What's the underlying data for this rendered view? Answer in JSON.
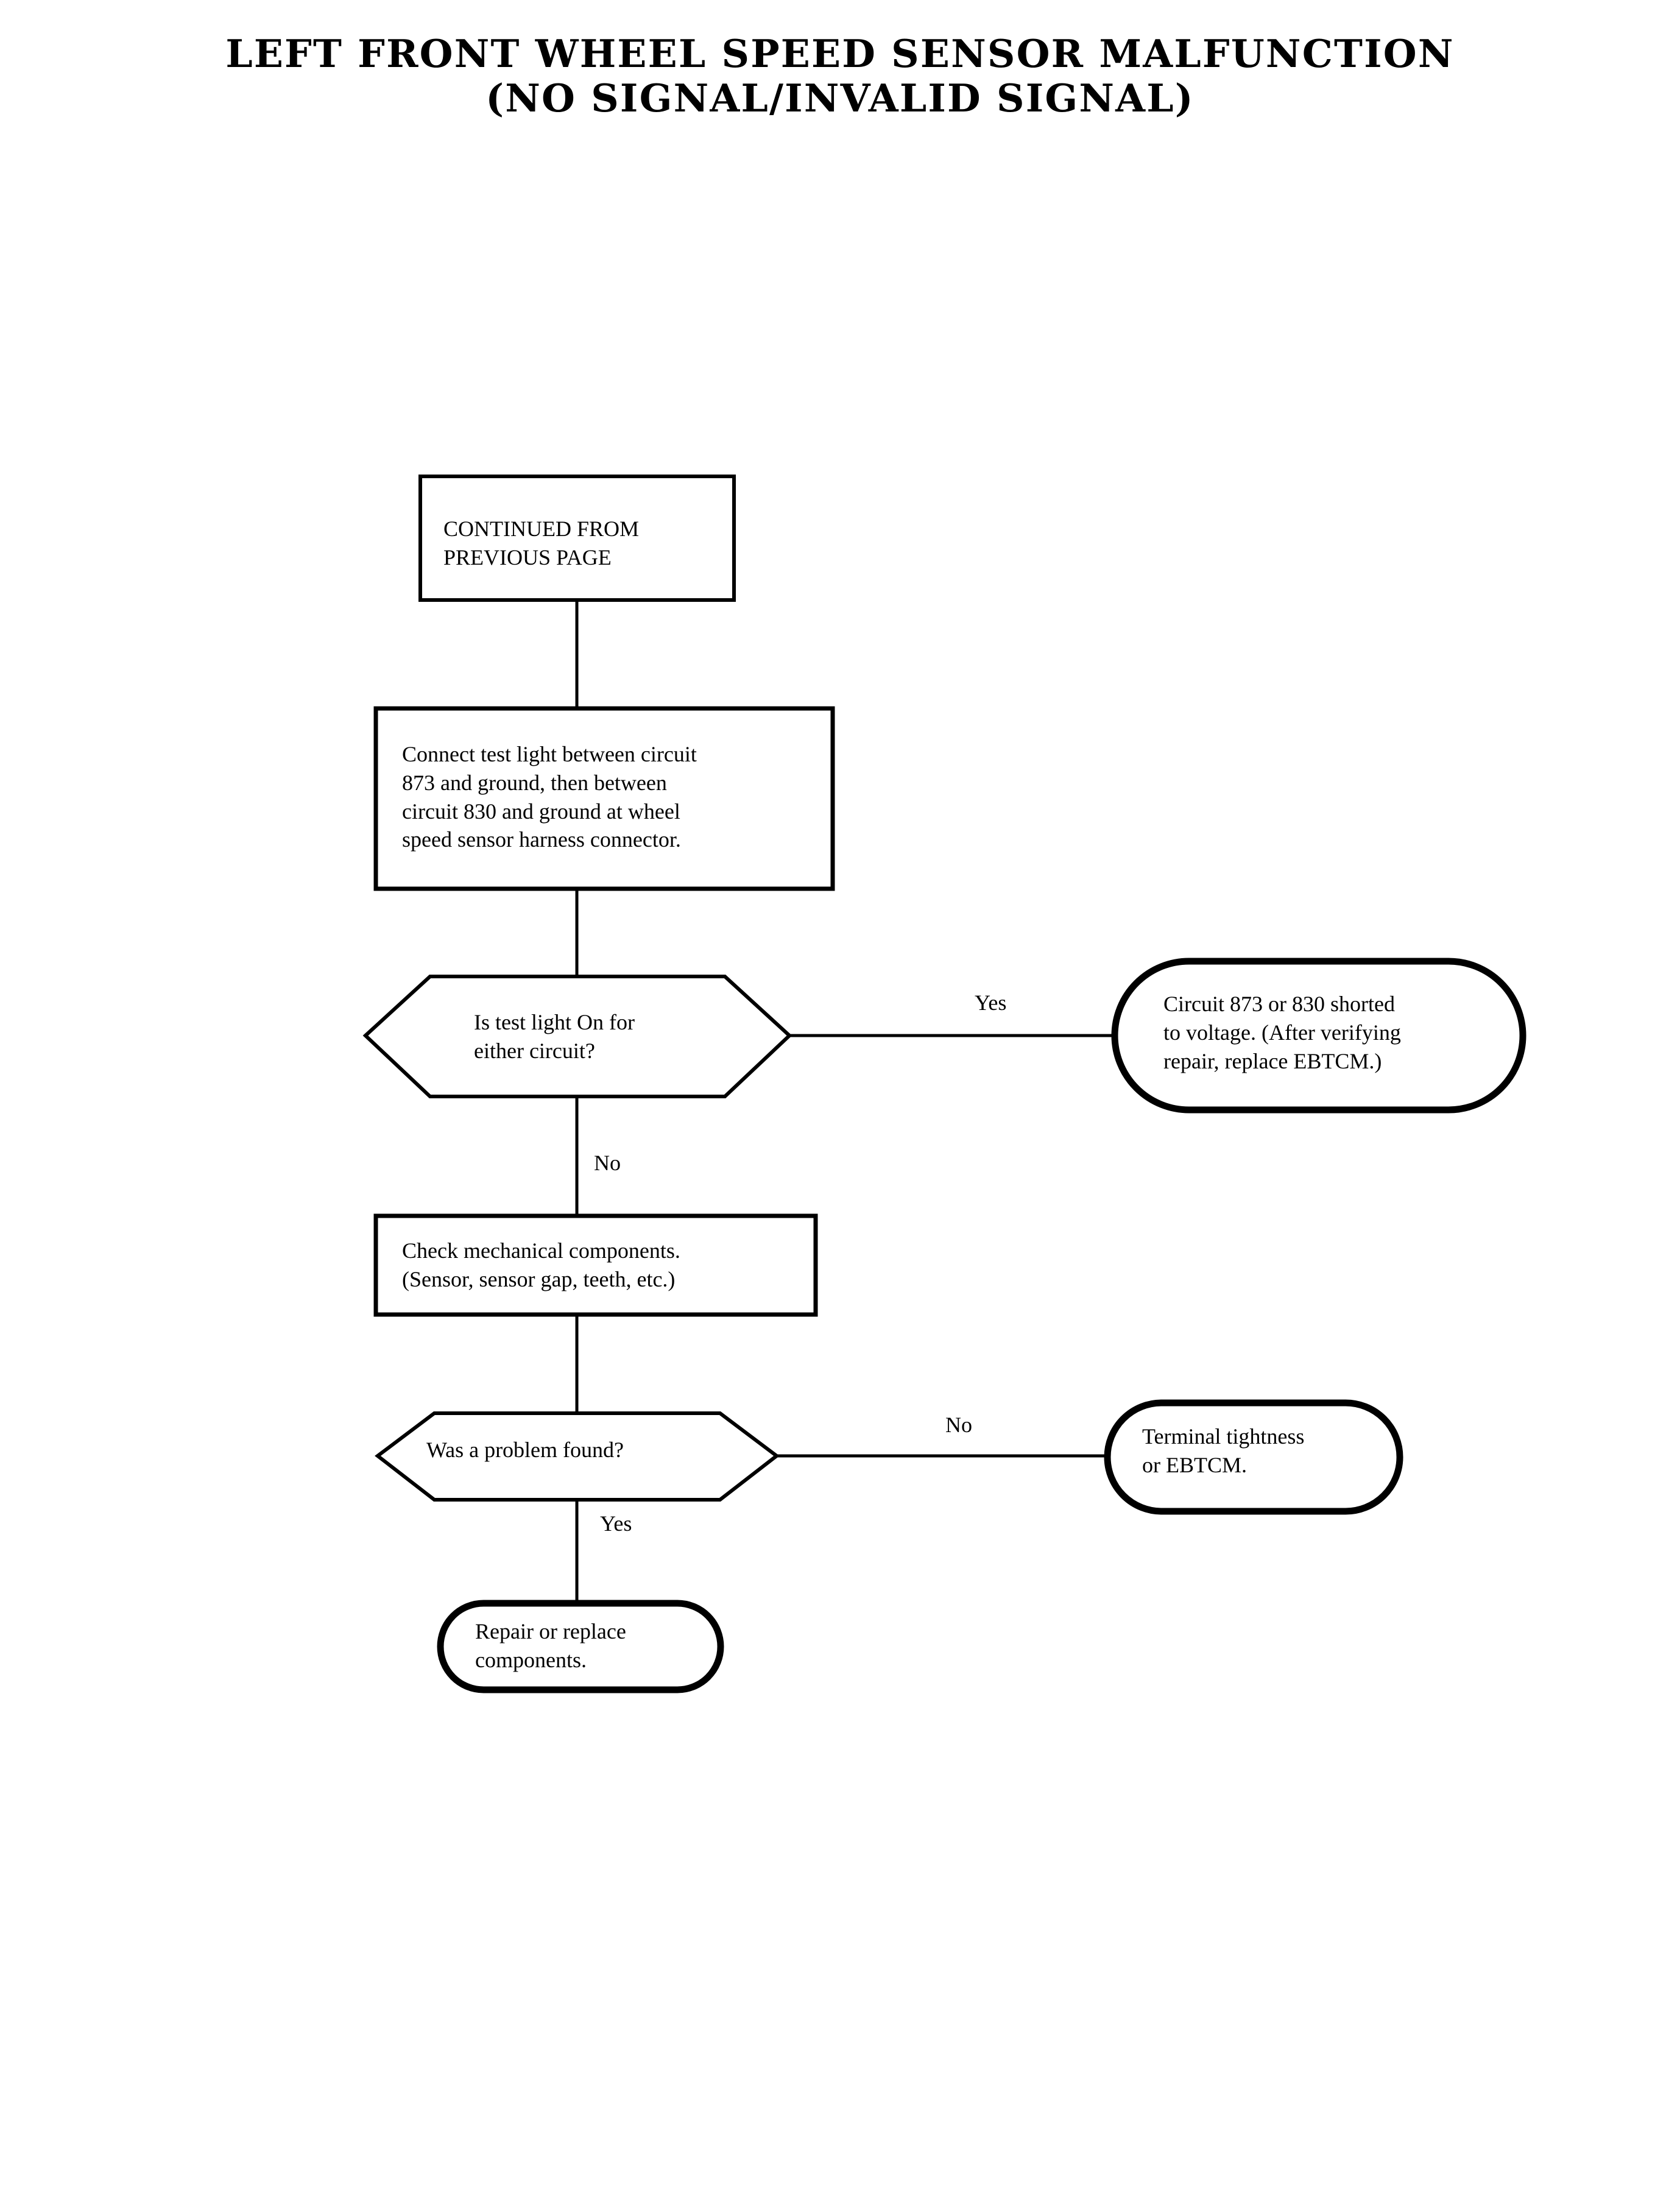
{
  "document": {
    "title_lines": [
      "LEFT FRONT WHEEL SPEED SENSOR MALFUNCTION",
      "(NO SIGNAL/INVALID SIGNAL)"
    ],
    "background_color": "#ffffff",
    "ink_color": "#000000"
  },
  "chart_data": {
    "type": "flowchart",
    "title": "LEFT FRONT WHEEL SPEED SENSOR MALFUNCTION (NO SIGNAL/INVALID SIGNAL)",
    "orientation": "top-to-bottom",
    "nodes": [
      {
        "id": "continued",
        "shape": "rectangle",
        "text": "CONTINUED FROM\nPREVIOUS PAGE"
      },
      {
        "id": "connect-test-light",
        "shape": "rectangle",
        "text": "Connect test light between circuit\n873 and ground, then between\ncircuit 830 and ground at wheel\nspeed sensor harness connector."
      },
      {
        "id": "is-test-light-on",
        "shape": "hexagon",
        "text": "Is test light On for\neither circuit?"
      },
      {
        "id": "circuit-shorted",
        "shape": "stadium",
        "text": "Circuit 873 or 830 shorted\nto voltage. (After verifying\nrepair, replace EBTCM.)"
      },
      {
        "id": "check-mechanical",
        "shape": "rectangle",
        "text": "Check mechanical components.\n(Sensor, sensor gap, teeth, etc.)"
      },
      {
        "id": "was-problem-found",
        "shape": "hexagon",
        "text": "Was a problem found?"
      },
      {
        "id": "terminal-tightness",
        "shape": "stadium",
        "text": "Terminal tightness\nor EBTCM."
      },
      {
        "id": "repair-replace",
        "shape": "stadium",
        "text": "Repair or replace\ncomponents."
      }
    ],
    "edges": [
      {
        "from": "continued",
        "to": "connect-test-light",
        "label": ""
      },
      {
        "from": "connect-test-light",
        "to": "is-test-light-on",
        "label": ""
      },
      {
        "from": "is-test-light-on",
        "to": "circuit-shorted",
        "label": "Yes"
      },
      {
        "from": "is-test-light-on",
        "to": "check-mechanical",
        "label": "No"
      },
      {
        "from": "check-mechanical",
        "to": "was-problem-found",
        "label": ""
      },
      {
        "from": "was-problem-found",
        "to": "terminal-tightness",
        "label": "No"
      },
      {
        "from": "was-problem-found",
        "to": "repair-replace",
        "label": "Yes"
      }
    ]
  },
  "nodes": {
    "continued": {
      "text": "CONTINUED FROM\nPREVIOUS PAGE"
    },
    "connect_test_light": {
      "text": "Connect test light between circuit\n873 and ground, then between\ncircuit 830 and ground at wheel\nspeed sensor harness connector."
    },
    "is_test_light_on": {
      "text": "Is test light On for\neither circuit?"
    },
    "circuit_shorted": {
      "text": "Circuit 873 or 830 shorted\nto voltage. (After verifying\nrepair, replace EBTCM.)"
    },
    "check_mechanical": {
      "text": "Check mechanical components.\n(Sensor, sensor gap, teeth, etc.)"
    },
    "was_problem_found": {
      "text": "Was a problem found?"
    },
    "terminal_tightness": {
      "text": "Terminal tightness\nor EBTCM."
    },
    "repair_replace": {
      "text": "Repair or replace\ncomponents."
    }
  },
  "edge_labels": {
    "yes_test_light": "Yes",
    "no_test_light": "No",
    "no_problem_found": "No",
    "yes_problem_found": "Yes"
  }
}
